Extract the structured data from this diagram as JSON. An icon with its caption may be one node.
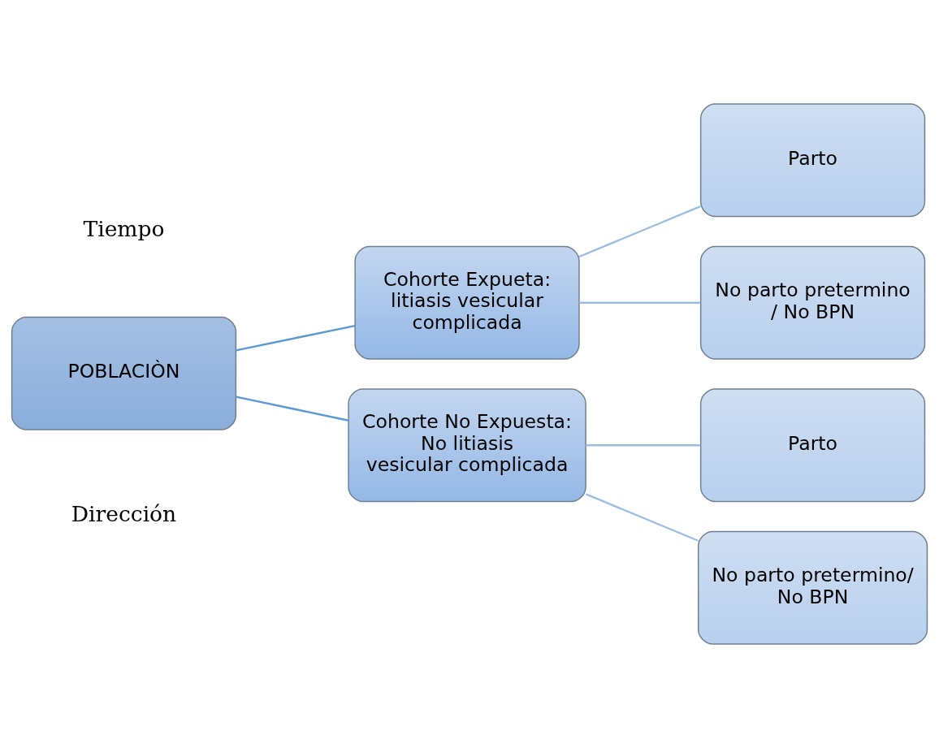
{
  "diagram": {
    "nodes": [
      {
        "text": [
          "POBLACIÒN"
        ]
      },
      {
        "text": [
          "Cohorte Expueta: litiasis vesicular complicada"
        ]
      },
      {
        "text": [
          "Cohorte No Expuesta: No litiasis vesicular complicada"
        ]
      },
      {
        "text": [
          "Parto"
        ]
      },
      {
        "text": [
          "No parto pretermino / No BPN"
        ]
      },
      {
        "text": [
          "Parto"
        ]
      },
      {
        "text": [
          "No parto pretermino/ No BPN"
        ]
      }
    ],
    "edges": [
      {
        "from": 0,
        "to": 1,
        "arrow": "none",
        "color": "#5b9bd5"
      },
      {
        "from": 0,
        "to": 2,
        "arrow": "none",
        "color": "#5b9bd5"
      },
      {
        "from": 1,
        "to": 3,
        "arrow": "none"
      },
      {
        "from": 1,
        "to": 4,
        "arrow": "none"
      },
      {
        "from": 2,
        "to": 5,
        "arrow": "none"
      },
      {
        "from": 2,
        "to": 6,
        "arrow": "none"
      }
    ],
    "labels": [
      "Tiempo",
      "Dirección"
    ]
  }
}
